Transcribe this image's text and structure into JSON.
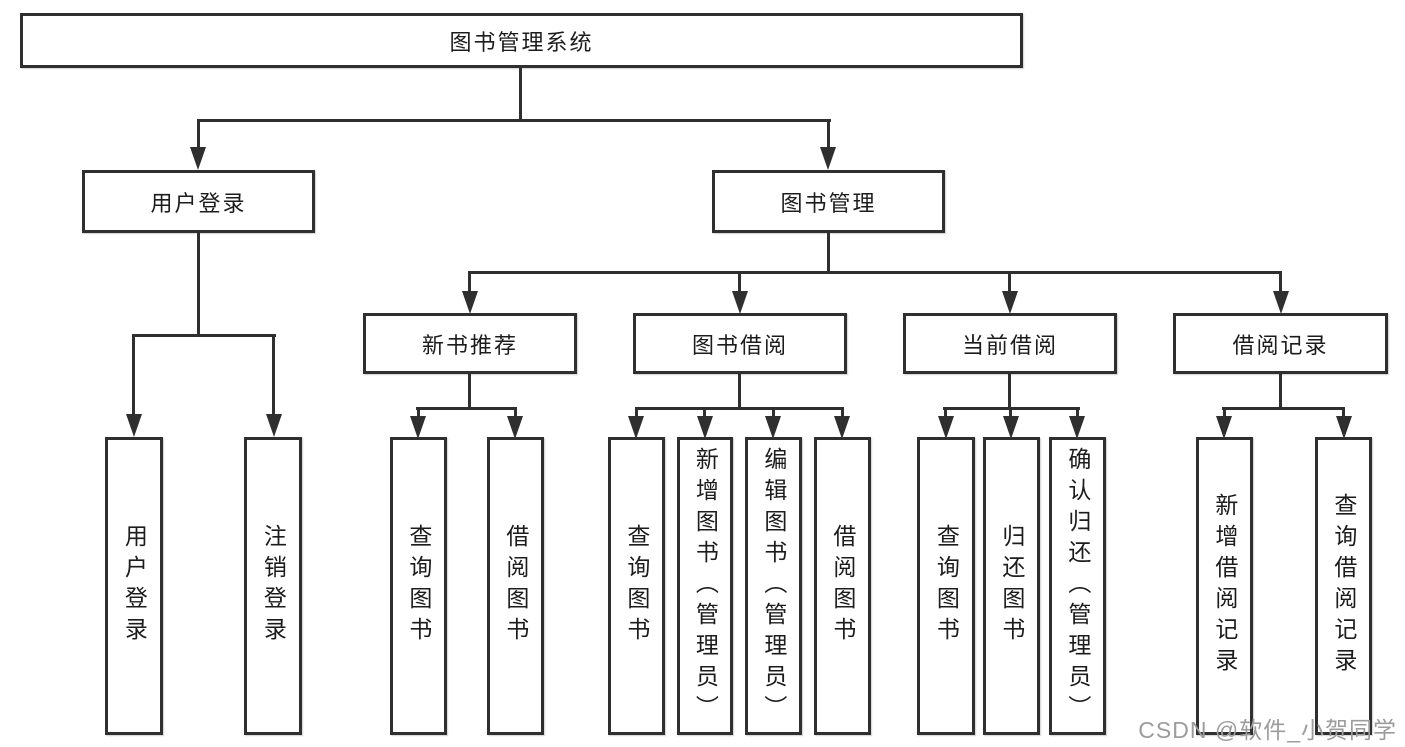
{
  "colors": {
    "line": "#2f2f2f",
    "text": "#1c1c1c",
    "watermark": "#9c9c9c",
    "background": "#ffffff"
  },
  "watermark": {
    "text": "CSDN @软件_小贺同学"
  },
  "tree": {
    "root": "图书管理系统",
    "children": [
      {
        "label": "用户登录",
        "children": [
          {
            "label": "用户登录"
          },
          {
            "label": "注销登录"
          }
        ]
      },
      {
        "label": "图书管理",
        "children": [
          {
            "label": "新书推荐",
            "children": [
              {
                "label": "查询图书"
              },
              {
                "label": "借阅图书"
              }
            ]
          },
          {
            "label": "图书借阅",
            "children": [
              {
                "label": "查询图书"
              },
              {
                "label": "新增图书（管理员）"
              },
              {
                "label": "编辑图书（管理员）"
              },
              {
                "label": "借阅图书"
              }
            ]
          },
          {
            "label": "当前借阅",
            "children": [
              {
                "label": "查询图书"
              },
              {
                "label": "归还图书"
              },
              {
                "label": "确认归还（管理员）"
              }
            ]
          },
          {
            "label": "借阅记录",
            "children": [
              {
                "label": "新增借阅记录"
              },
              {
                "label": "查询借阅记录"
              }
            ]
          }
        ]
      }
    ]
  }
}
